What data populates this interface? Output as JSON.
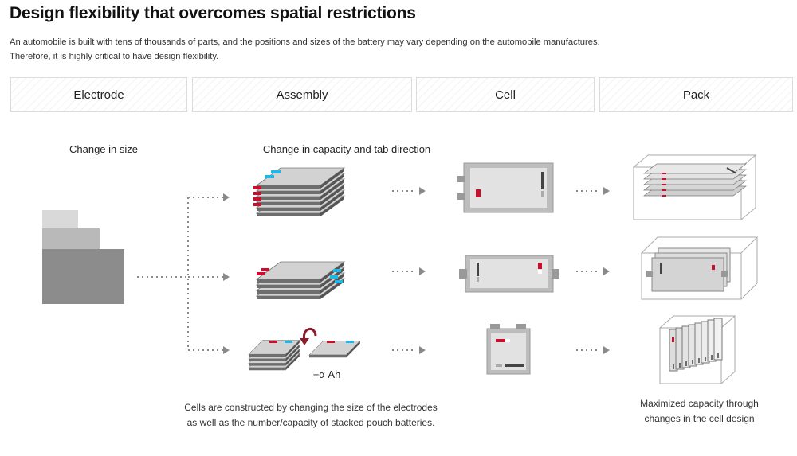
{
  "header": {
    "title": "Design flexibility that overcomes spatial restrictions",
    "desc_line1": "An automobile is built with tens of thousands of parts, and the positions and sizes of the battery may vary depending on the automobile manufactures.",
    "desc_line2": "Therefore, it is highly critical to have design flexibility."
  },
  "stages": [
    "Electrode",
    "Assembly",
    "Cell",
    "Pack"
  ],
  "labels": {
    "change_size": "Change in size",
    "change_capacity": "Change in capacity and tab direction",
    "alpha": "+α Ah"
  },
  "captions": {
    "cells_line1": "Cells are constructed by changing the size of the electrodes",
    "cells_line2": "as well as the number/capacity of stacked pouch batteries.",
    "pack_line1": "Maximized capacity through",
    "pack_line2": "changes in the cell design"
  },
  "colors": {
    "red_tab": "#c8102e",
    "blue_tab": "#1fb8e6",
    "sheet_gray": "#d2d2d2",
    "dark_gray": "#6e6e6e",
    "arrow": "#8a8a8a"
  }
}
